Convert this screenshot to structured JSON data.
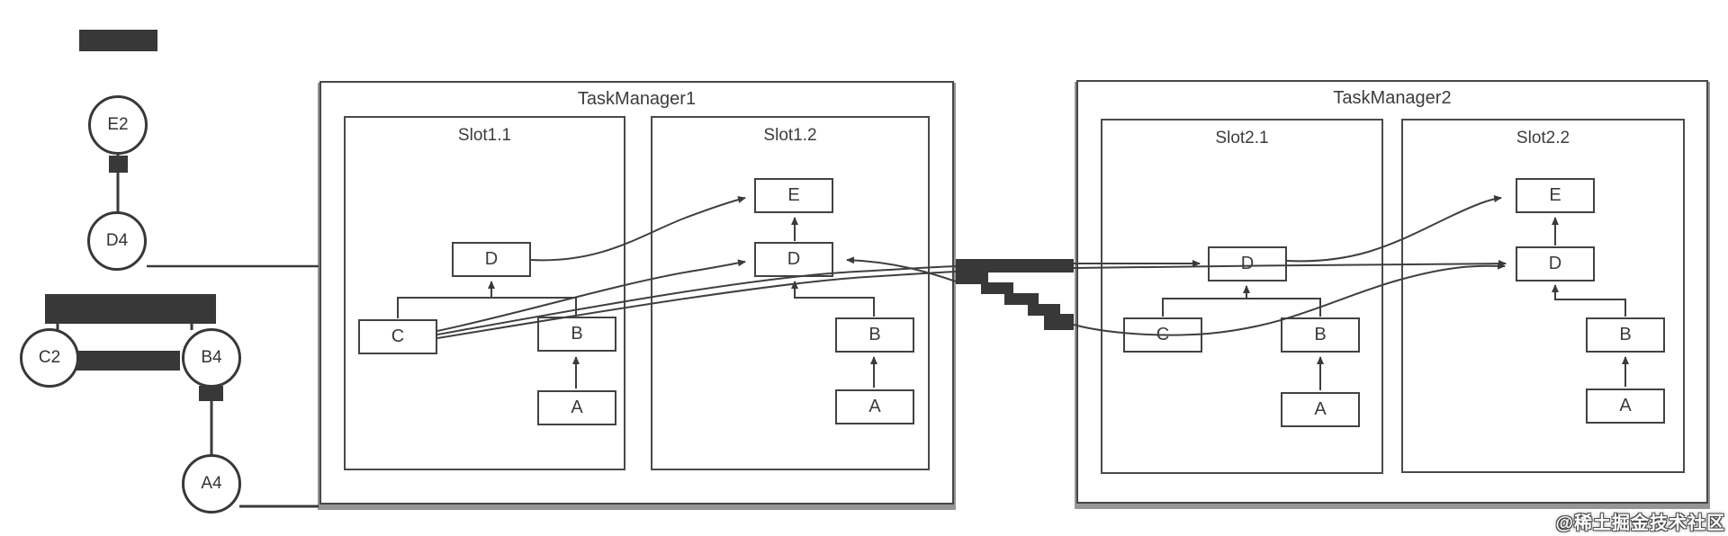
{
  "colors": {
    "stroke": "#3f3f3f",
    "dark_fill": "#383838",
    "box_border": "#424242",
    "box_bg": "#ffffff",
    "text": "#3a3a3a",
    "watermark_text": "#ffffff"
  },
  "left_graph": {
    "nodes": [
      {
        "label": "E2"
      },
      {
        "label": "D4"
      },
      {
        "label": "C2"
      },
      {
        "label": "B4"
      },
      {
        "label": "A4"
      }
    ]
  },
  "task_managers": [
    {
      "title": "TaskManager1",
      "slots": [
        {
          "title": "Slot1.1",
          "nodes": [
            {
              "label": "D"
            },
            {
              "label": "C"
            },
            {
              "label": "B"
            },
            {
              "label": "A"
            }
          ]
        },
        {
          "title": "Slot1.2",
          "nodes": [
            {
              "label": "E"
            },
            {
              "label": "D"
            },
            {
              "label": "B"
            },
            {
              "label": "A"
            }
          ]
        }
      ]
    },
    {
      "title": "TaskManager2",
      "slots": [
        {
          "title": "Slot2.1",
          "nodes": [
            {
              "label": "D"
            },
            {
              "label": "C"
            },
            {
              "label": "B"
            },
            {
              "label": "A"
            }
          ]
        },
        {
          "title": "Slot2.2",
          "nodes": [
            {
              "label": "E"
            },
            {
              "label": "D"
            },
            {
              "label": "B"
            },
            {
              "label": "A"
            }
          ]
        }
      ]
    }
  ],
  "watermark": {
    "text": "@稀土掘金技术社区"
  }
}
